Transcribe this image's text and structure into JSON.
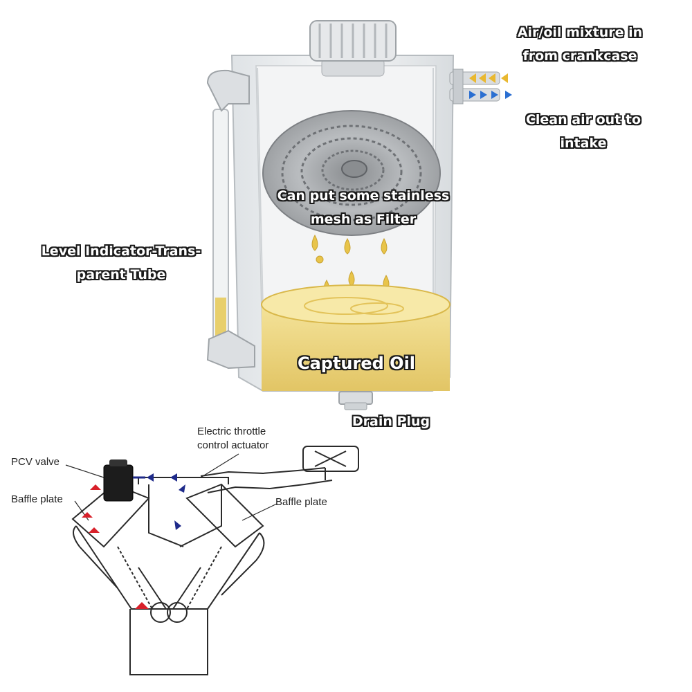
{
  "labels": {
    "air_in": [
      "Air/oil mixture in",
      "from crankcase"
    ],
    "clean_out": [
      "Clean air out to",
      "intake"
    ],
    "mesh": [
      "Can put some stainless",
      "mesh as Filter"
    ],
    "level": [
      "Level Indicator-Trans-",
      "parent Tube"
    ],
    "captured": "Captured Oil",
    "drain": "Drain Plug"
  },
  "engine_labels": {
    "throttle": [
      "Electric throttle",
      "control actuator"
    ],
    "pcv": "PCV valve",
    "baffle_left": "Baffle plate",
    "baffle_right": "Baffle plate"
  },
  "colors": {
    "oil": "#e9d27a",
    "oil_dark": "#d9b84a",
    "tank": "#e9ecef",
    "arrow_in": "#e9b830",
    "arrow_out": "#2b6fd1",
    "flow_dirty": "#d8202a",
    "flow_clean": "#1e2a8a"
  }
}
